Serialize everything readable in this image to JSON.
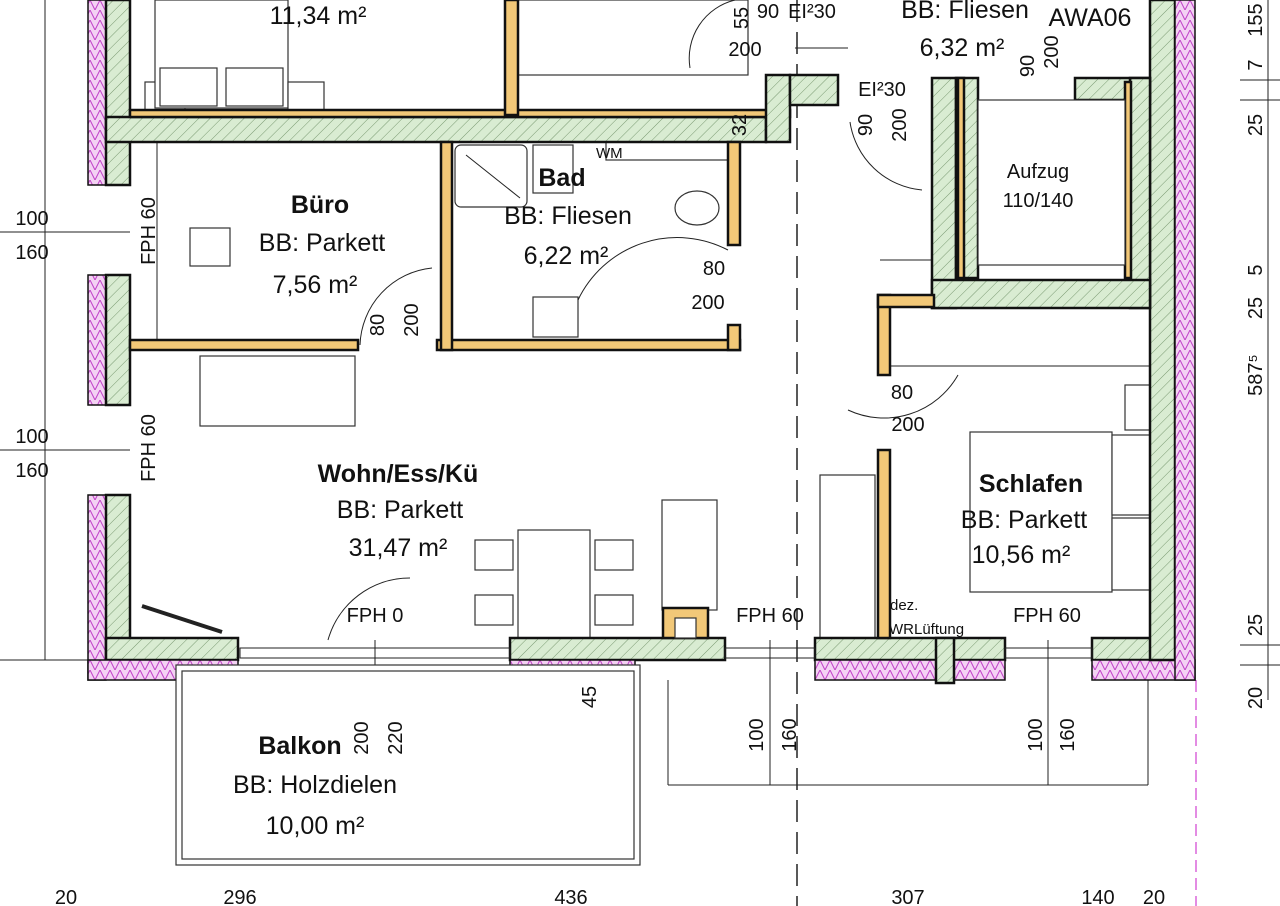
{
  "colors": {
    "concrete": "#d9ecd2",
    "insulation": "#e7a6ea",
    "drywall": "#f2c878",
    "line": "#111111"
  },
  "top": {
    "area_top_left": "11,34 m²",
    "floor_top_right": "BB: Fliesen",
    "area_top_right": "6,32 m²",
    "code": "AWA06",
    "door1_w": "90",
    "door1_fire": "EI²30",
    "door1_h": "200",
    "door1_p": "55",
    "door2_fire": "EI²30",
    "door2_w": "90",
    "door2_h": "200",
    "wall_32": "32",
    "door3_w": "90",
    "door3_h": "200"
  },
  "left_dims": [
    "100",
    "160",
    "100",
    "160"
  ],
  "windows": {
    "buero": "FPH 60",
    "wohn": "FPH 60",
    "wohn_door": "FPH 0",
    "kitchen": "FPH 60",
    "schlafen": "FPH 60"
  },
  "rooms": {
    "buero": {
      "name": "Büro",
      "floor": "BB: Parkett",
      "area": "7,56 m²",
      "door_w": "80",
      "door_h": "200"
    },
    "bad": {
      "name": "Bad",
      "wm": "WM",
      "floor": "BB: Fliesen",
      "area": "6,22 m²",
      "door_w": "80",
      "door_h": "200"
    },
    "aufzug": {
      "name": "Aufzug",
      "size": "110/140"
    },
    "wohn": {
      "name": "Wohn/Ess/Kü",
      "floor": "BB: Parkett",
      "area": "31,47 m²"
    },
    "schlafen": {
      "name": "Schlafen",
      "floor": "BB: Parkett",
      "area": "10,56 m²",
      "door_w": "80",
      "door_h": "200"
    },
    "balkon": {
      "name": "Balkon",
      "floor": "BB: Holzdielen",
      "area": "10,00 m²",
      "door_w": "200",
      "door_h": "220"
    }
  },
  "vent": {
    "line1": "dez.",
    "line2": "WRLüftung"
  },
  "lower_dims": [
    "45",
    "100",
    "160",
    "100",
    "160"
  ],
  "right_dims": [
    "155",
    "7",
    "25",
    "25",
    "5",
    "587⁵",
    "25",
    "20"
  ],
  "bottom_dims": [
    "20",
    "296",
    "436",
    "307",
    "140",
    "20"
  ]
}
